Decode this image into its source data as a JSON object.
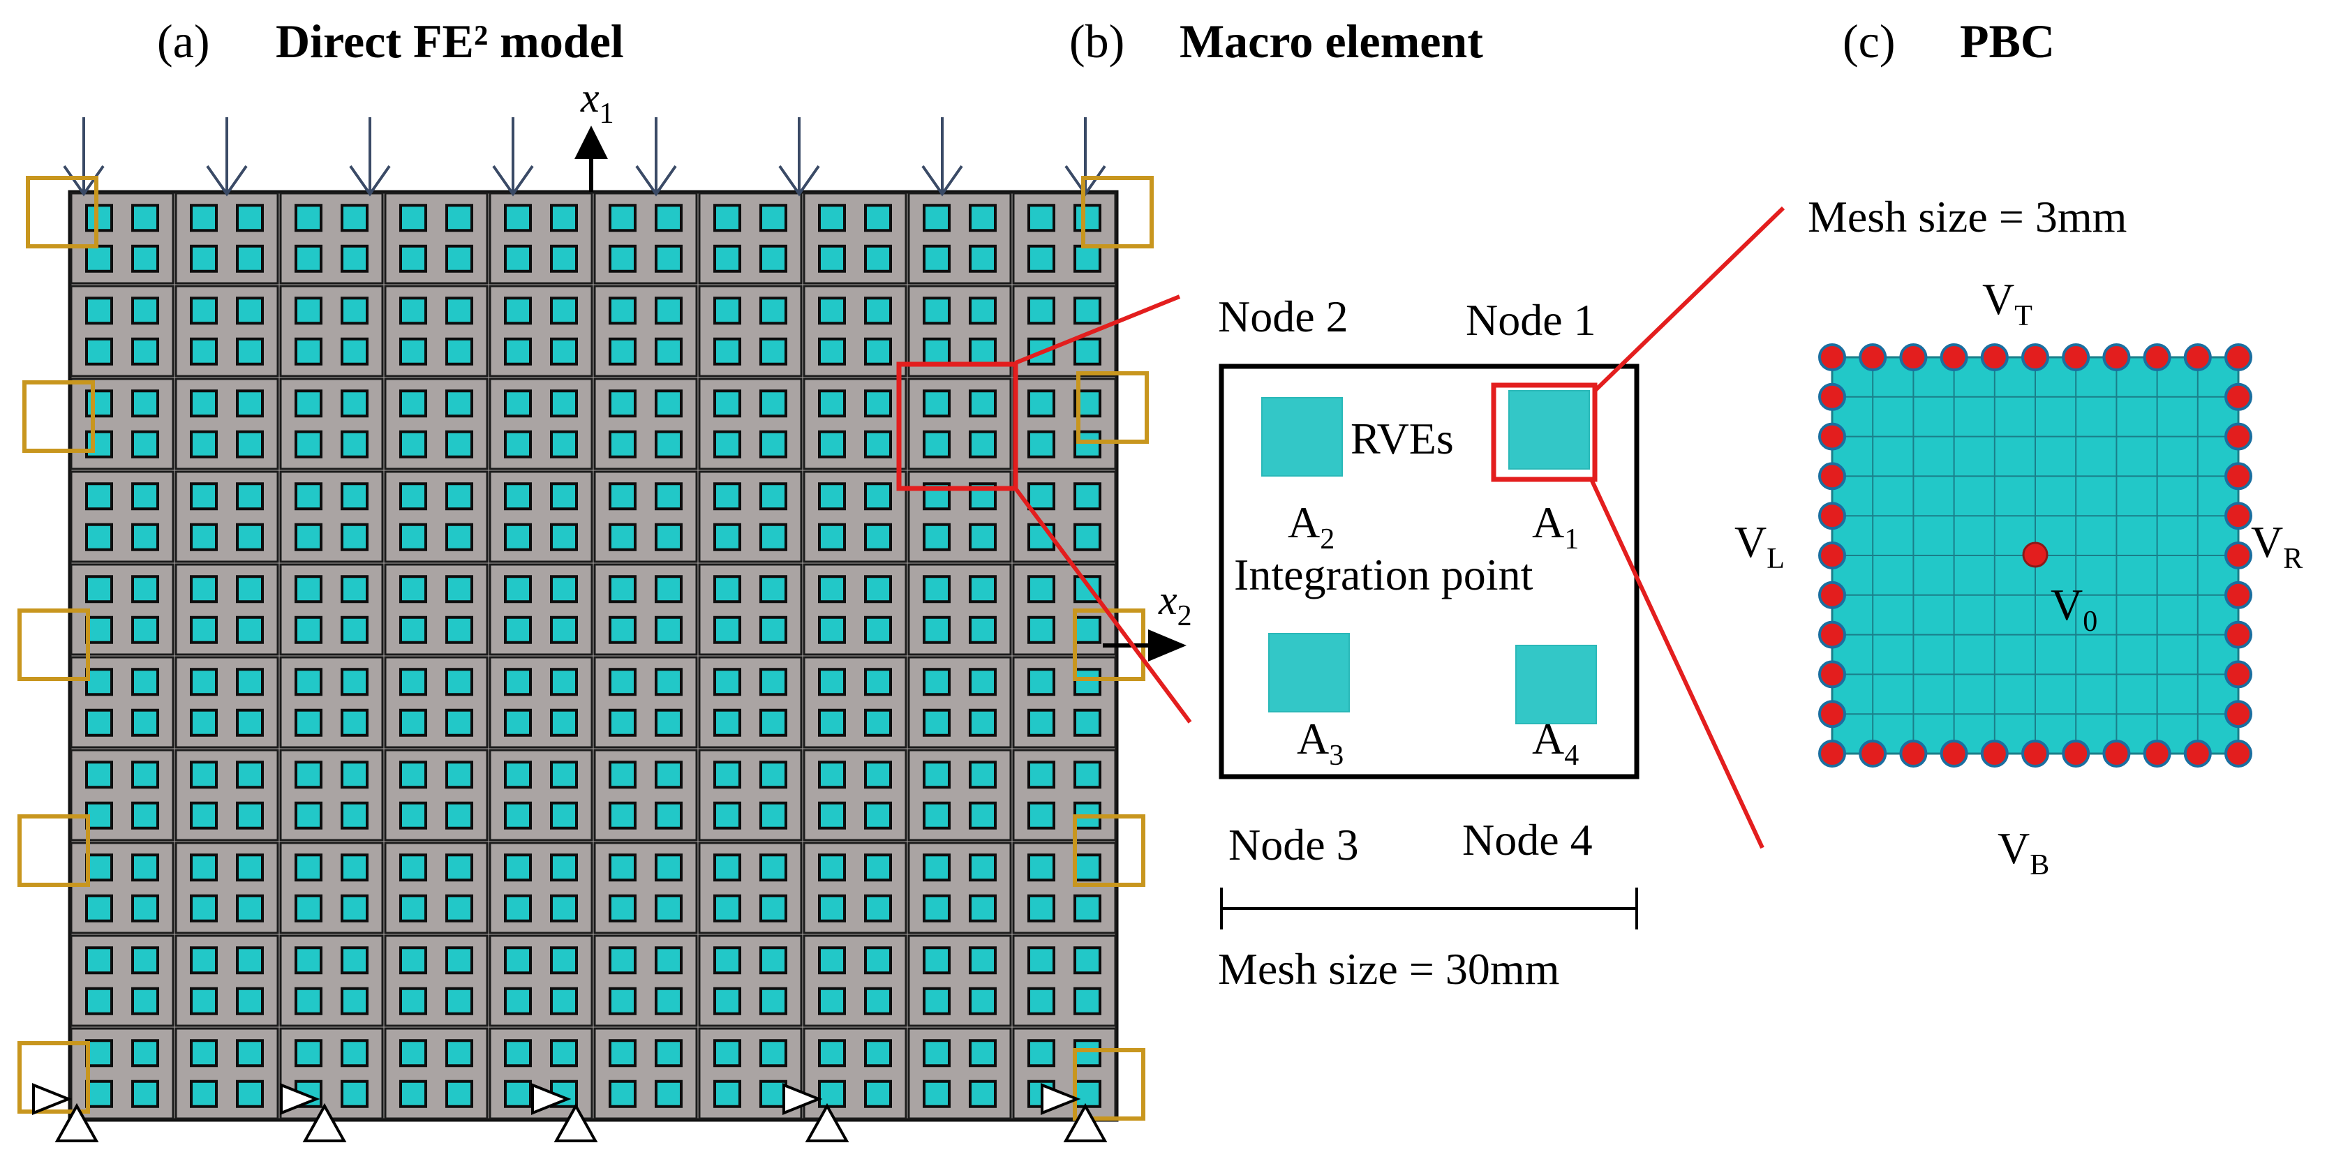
{
  "panel_a": {
    "title_prefix": "(a)",
    "title": "Direct FE² model",
    "axis_x1": {
      "var": "x",
      "sub": "1"
    },
    "axis_x2": {
      "var": "x",
      "sub": "2"
    },
    "grid_cols": 10,
    "grid_rows": 10,
    "load_arrows": 8,
    "supports": 5,
    "colors": {
      "matrix": "#aaa4a3",
      "inclusion": "#22c8c8",
      "boundary_markers": "#c8961e"
    }
  },
  "panel_b": {
    "title_prefix": "(b)",
    "title": "Macro element",
    "node1": "Node 1",
    "node2": "Node 2",
    "node3": "Node 3",
    "node4": "Node 4",
    "rves": "RVEs",
    "integration_point": "Integration point",
    "a1": {
      "main": "A",
      "sub": "1"
    },
    "a2": {
      "main": "A",
      "sub": "2"
    },
    "a3": {
      "main": "A",
      "sub": "3"
    },
    "a4": {
      "main": "A",
      "sub": "4"
    },
    "mesh_size": "Mesh size = 30mm",
    "colors": {
      "rve": "#33c7c7",
      "highlight": "#e31e1e"
    }
  },
  "panel_c": {
    "title_prefix": "(c)",
    "title": "PBC",
    "mesh_size": "Mesh size = 3mm",
    "vt": {
      "main": "V",
      "sub": "T"
    },
    "vb": {
      "main": "V",
      "sub": "B"
    },
    "vl": {
      "main": "V",
      "sub": "L"
    },
    "vr": {
      "main": "V",
      "sub": "R"
    },
    "v0": {
      "main": "V",
      "sub": "0"
    },
    "colors": {
      "fill": "#22c8c8",
      "nodes": "#e31e1e"
    }
  }
}
